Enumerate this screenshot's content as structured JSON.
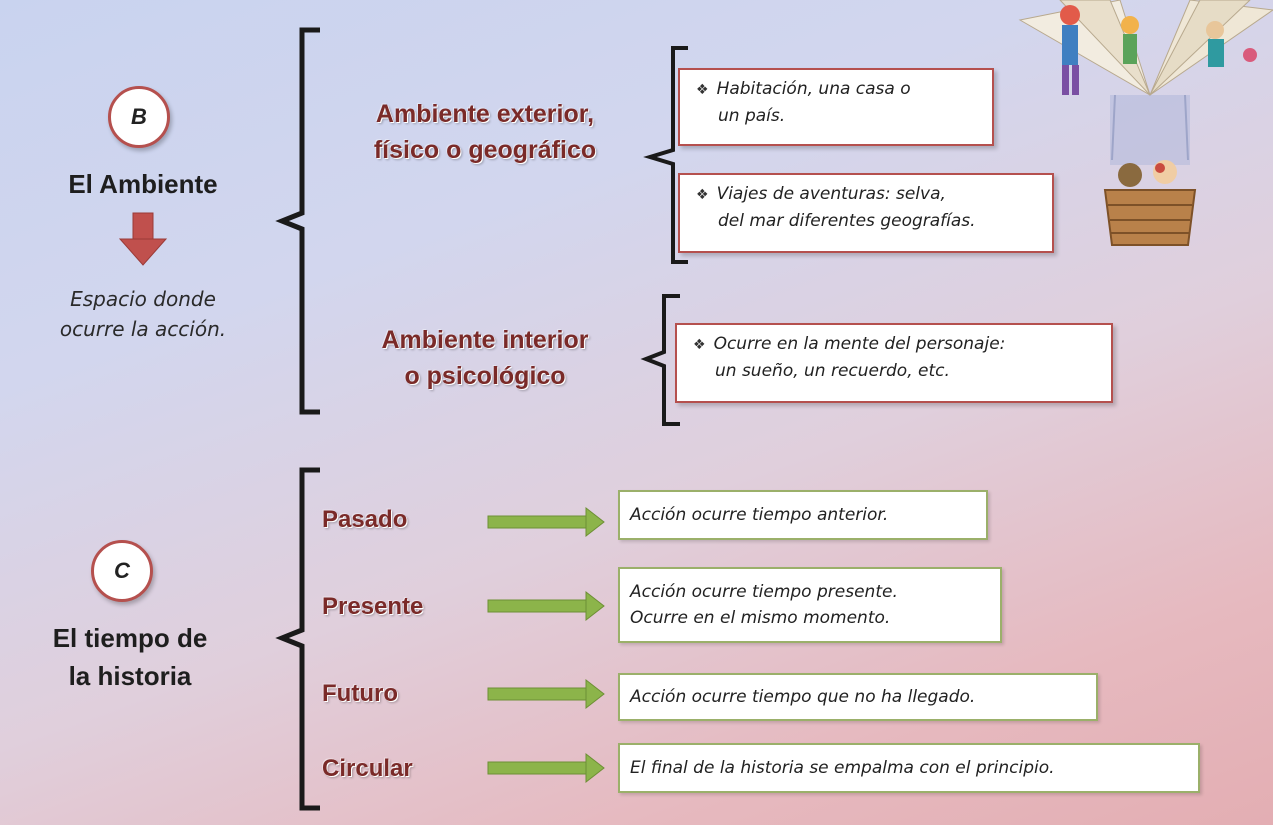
{
  "section_b": {
    "letter": "B",
    "title": "El Ambiente",
    "description_line1": "Espacio donde",
    "description_line2": "ocurre la acción."
  },
  "ambiente_exterior": {
    "label_line1": "Ambiente exterior,",
    "label_line2": "físico o geográfico",
    "items": [
      {
        "line1": "Habitación, una casa o",
        "line2": "un país."
      },
      {
        "line1": "Viajes de aventuras: selva,",
        "line2": "del mar  diferentes geografías."
      }
    ]
  },
  "ambiente_interior": {
    "label_line1": "Ambiente interior",
    "label_line2": "o psicológico",
    "items": [
      {
        "line1": "Ocurre en la mente del personaje:",
        "line2": "un sueño, un recuerdo, etc."
      }
    ]
  },
  "section_c": {
    "letter": "C",
    "title_line1": "El tiempo de",
    "title_line2": "la historia"
  },
  "tiempos": [
    {
      "label": "Pasado",
      "text_line1": "Acción ocurre tiempo anterior.",
      "text_line2": ""
    },
    {
      "label": "Presente",
      "text_line1": "Acción ocurre tiempo presente.",
      "text_line2": "Ocurre en el mismo momento."
    },
    {
      "label": "Futuro",
      "text_line1": "Acción ocurre tiempo que no ha llegado.",
      "text_line2": ""
    },
    {
      "label": "Circular",
      "text_line1": "El final de la historia se empalma con el principio.",
      "text_line2": ""
    }
  ],
  "bullet_symbol": "❖",
  "colors": {
    "category_text": "#7a2a28",
    "red_border": "#b5504e",
    "green_border": "#9bb06a",
    "arrow_green": "#8cb44a",
    "down_arrow_red": "#c0504d"
  }
}
